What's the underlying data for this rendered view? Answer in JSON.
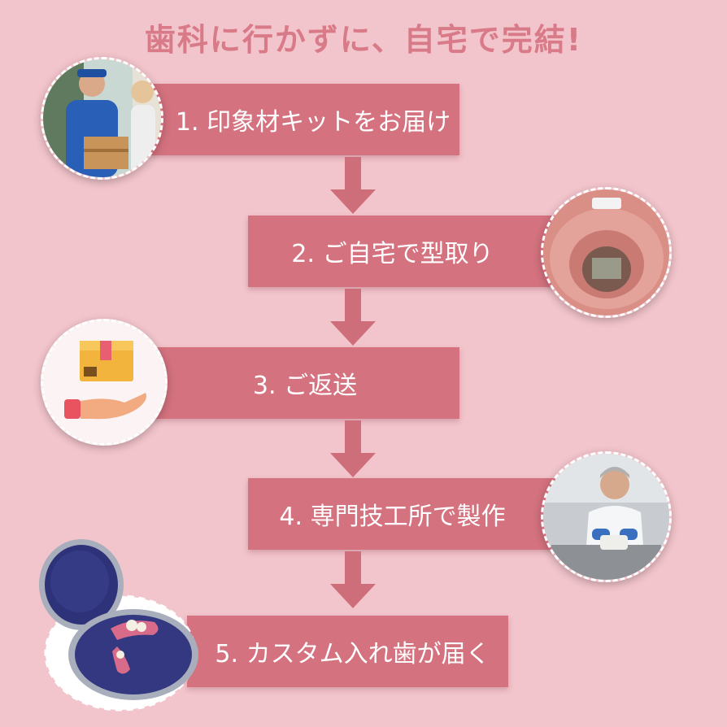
{
  "title": "歯科に行かずに、自宅で完結!",
  "steps": [
    {
      "label": "1. 印象材キットをお届け"
    },
    {
      "label": "2. ご自宅で型取り"
    },
    {
      "label": "3. ご返送"
    },
    {
      "label": "4. 専門技工所で製作"
    },
    {
      "label": "5. カスタム入れ歯が届く"
    }
  ],
  "icons": [
    "delivery-person-photo",
    "dental-impression-photo",
    "package-hand-icon",
    "technician-photo",
    "denture-case-photo"
  ],
  "colors": {
    "background": "#f2c4cb",
    "step_box": "#d4727f",
    "title": "#d97a88",
    "arrow": "#cf6e7b"
  }
}
